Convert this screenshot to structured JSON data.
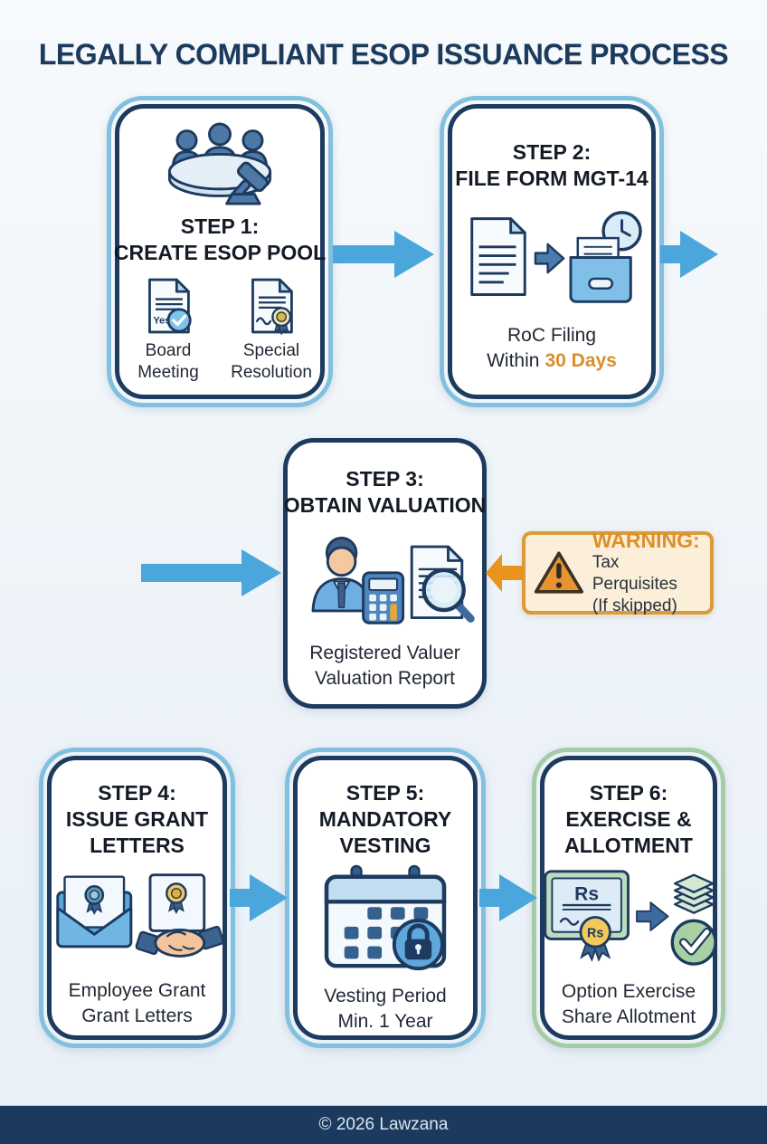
{
  "title": "LEGALLY COMPLIANT ESOP ISSUANCE PROCESS",
  "steps": [
    {
      "id": "step-1",
      "icon": "board-meeting-icon",
      "t1": "STEP 1:",
      "t2": "CREATE ESOP POOL",
      "doc_yes_text": "Yes",
      "items": [
        {
          "icon": "approved-document-icon",
          "label": "Board Meeting"
        },
        {
          "icon": "sealed-document-icon",
          "label": "Special Resolution"
        }
      ]
    },
    {
      "id": "step-2",
      "icon": "roc-filing-icon",
      "t1": "STEP 2:",
      "t2": "FILE FORM MGT-14",
      "c1": "RoC Filing",
      "c2_prefix": "Within",
      "c2_highlight": "30 Days"
    },
    {
      "id": "step-3",
      "icon": "valuation-icon",
      "t1": "STEP 3:",
      "t2": "OBTAIN VALUATION",
      "c1": "Registered Valuer",
      "c2": "Valuation Report"
    },
    {
      "id": "step-4",
      "icon": "grant-letters-icon",
      "t1": "STEP 4:",
      "t2": "ISSUE GRANT",
      "t3": "LETTERS",
      "c1": "Employee Grant",
      "c2": "Grant Letters"
    },
    {
      "id": "step-5",
      "icon": "vesting-calendar-icon",
      "t1": "STEP 5:",
      "t2": "MANDATORY",
      "t3": "VESTING",
      "c1": "Vesting Period",
      "c2": "Min. 1 Year"
    },
    {
      "id": "step-6",
      "icon": "exercise-allotment-icon",
      "t1": "STEP 6:",
      "t2": "EXERCISE &",
      "t3": "ALLOTMENT",
      "c1": "Option Exercise",
      "c2": "Share Allotment",
      "rs_text": "Rs",
      "seal_text": "Rs"
    }
  ],
  "warning": {
    "icon": "warning-triangle-icon",
    "title": "WARNING:",
    "line1": "Tax Perquisites",
    "line2": "(If skipped)"
  },
  "footer": {
    "copyright": "© 2026 Lawzana"
  },
  "colors": {
    "navy": "#1D3A5F",
    "arrow_blue": "#4BA6DB",
    "box_border_light_blue": "#82C0DF",
    "box_border_green": "#A5CBA5",
    "accent_orange": "#D98E2B",
    "warning_border": "#DC9A3B",
    "warning_bg": "#FBEFDA",
    "footer_bg": "#1C3A5E"
  }
}
